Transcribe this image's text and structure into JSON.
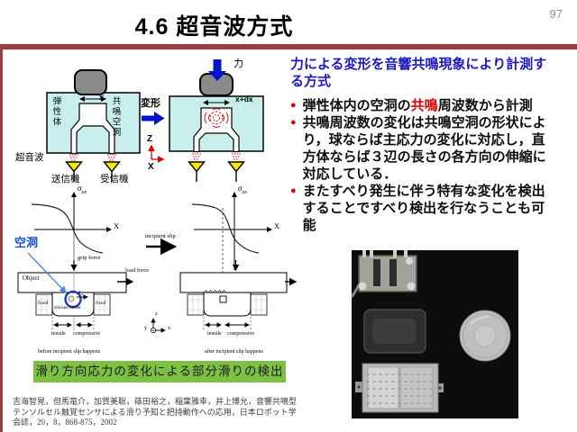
{
  "slide": {
    "page_number": "97",
    "title": "4.6  超音波方式"
  },
  "right_panel": {
    "heading": "力による変形を音響共鳴現象により計測する方式",
    "bullet1_pre": "弾性体内の空洞の",
    "bullet1_highlight": "共鳴",
    "bullet1_post": "周波数から計測",
    "bullet2": "共鳴周波数の変化は共鳴空洞の形状により，球ならば主応力の変化に対応し，直方体ならば３辺の長さの各方向の伸縮に対応している．",
    "bullet3": "またすべり発生に伴う特有な変化を検出することですべり検出を行なうことも可能"
  },
  "sensor_diagram": {
    "elastic_body": "弾性体",
    "resonant_cavity": "共鳴空洞",
    "width_label": "x",
    "width_dx_label": "x+dx",
    "deformation": "変形",
    "force": "力",
    "ultrasound": "超音波",
    "transmitter": "送信機",
    "receiver": "受信機",
    "axis_z": "Z",
    "axis_x": "X"
  },
  "slip_diagram": {
    "sigma": "σ",
    "sigma_sub": "xx",
    "axis_x": "X",
    "cavity_label": "空洞",
    "grip_force": "grip force",
    "load_force": "load force",
    "object_label": "Object",
    "fixed_label": "fixed",
    "silicone_rubber": "silicone rubber",
    "incipient_slip": "incipient slip",
    "tensile": "tensile",
    "compressive": "compressive",
    "before_caption": "before incipient slip happens",
    "after_caption": "after incipient slip happens",
    "coord_z": "z",
    "coord_y": "y",
    "coord_x": "x"
  },
  "caption_box": {
    "text": "滑り方向応力の変化による部分滑りの検出"
  },
  "citation": {
    "text": "吉海智晃，但馬竜介，加賀美聡，篠田裕之，稲葉雅幸，井上博允，音響共鳴型テンソルセル触覚センサによる滑り予知と把持動作への応用，日本ロボット学会誌，20，8，868-875，2002"
  },
  "colors": {
    "accent": "#a03c3e",
    "heading_blue": "#1a1abf",
    "highlight_red": "#e00000",
    "caption_green": "#7cc144",
    "diagram_cyan": "#c9efed"
  }
}
